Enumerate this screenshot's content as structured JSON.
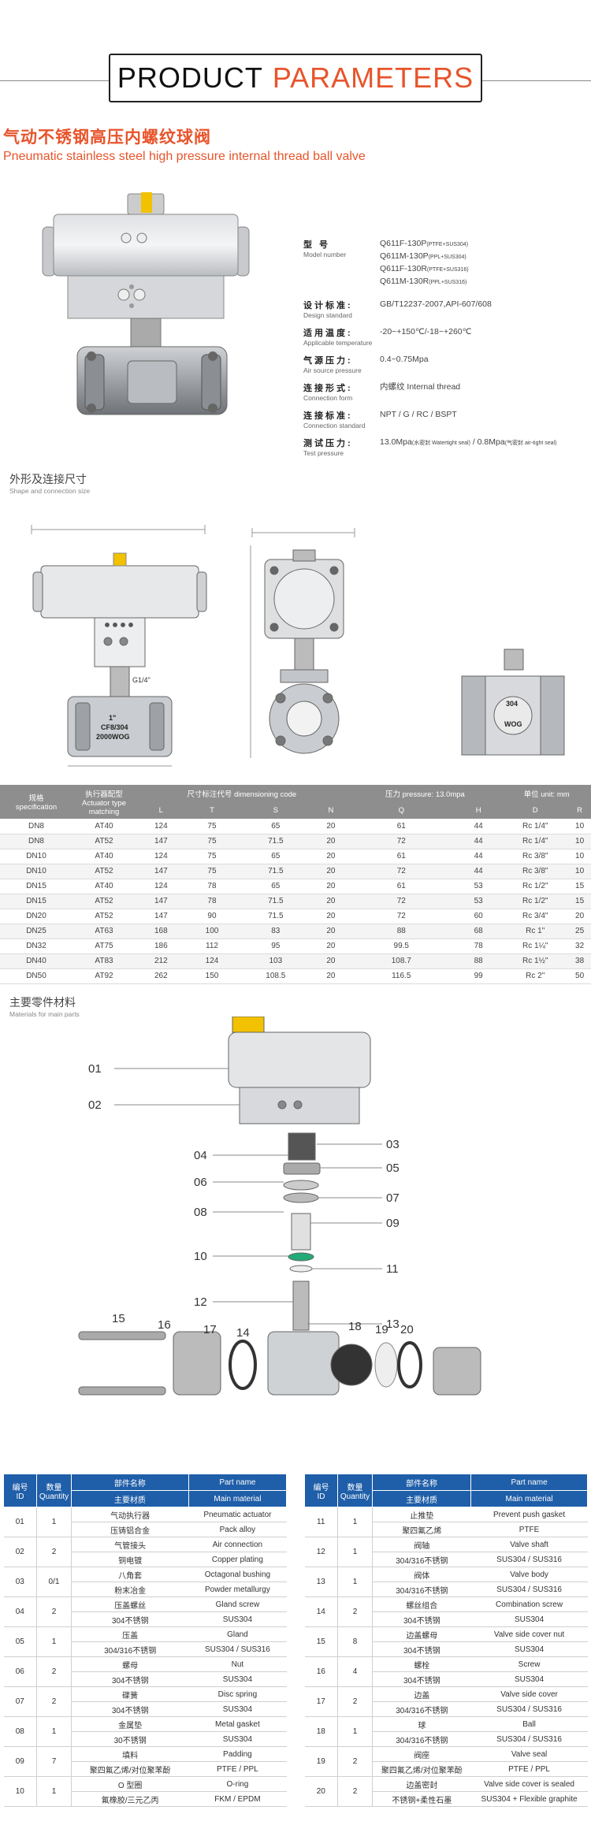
{
  "header": {
    "word1": "PRODUCT",
    "word2": "PARAMETERS"
  },
  "title": {
    "cn": "气动不锈钢高压内螺纹球阀",
    "en": "Pneumatic stainless steel high pressure internal thread ball valve"
  },
  "specs": [
    {
      "cn": "型 号",
      "en": "Model number",
      "values": [
        {
          "main": "Q611F-130P",
          "note": "(PTFE+SUS304)"
        },
        {
          "main": "Q611M-130P",
          "note": "(PPL+SUS304)"
        },
        {
          "main": "Q611F-130R",
          "note": "(PTFE+SUS316)"
        },
        {
          "main": "Q611M-130R",
          "note": "(PPL+SUS316)"
        }
      ]
    },
    {
      "cn": "设计标准:",
      "en": "Design standard",
      "values": [
        {
          "main": "GB/T12237-2007,API-607/608",
          "note": ""
        }
      ]
    },
    {
      "cn": "适用温度:",
      "en": "Applicable temperature",
      "values": [
        {
          "main": "-20~+150℃/-18~+260℃",
          "note": ""
        }
      ]
    },
    {
      "cn": "气源压力:",
      "en": "Air source pressure",
      "values": [
        {
          "main": "0.4~0.75Mpa",
          "note": ""
        }
      ]
    },
    {
      "cn": "连接形式:",
      "en": "Connection form",
      "values": [
        {
          "main": "内螺纹   Internal thread",
          "note": ""
        }
      ]
    },
    {
      "cn": "连接标准:",
      "en": "Connection standard",
      "values": [
        {
          "main": "NPT / G / RC / BSPT",
          "note": ""
        }
      ]
    },
    {
      "cn": "测试压力:",
      "en": "Test pressure",
      "values": [
        {
          "main": "13.0Mpa",
          "note": "(水密封 Watertight seal)"
        },
        {
          "main": " / 0.8Mpa",
          "note": "(气密封 air-tight seal)"
        }
      ]
    }
  ],
  "section_dims": {
    "cn": "外形及连接尺寸",
    "en": "Shape and connection size"
  },
  "drawing_labels": {
    "body_size": "1\"",
    "body_material": "CF8/304",
    "body_pressure": "2000WOG",
    "port": "G1/4\"",
    "side_material": "304",
    "side_pressure": "WOG"
  },
  "dim_table": {
    "h_spec_cn": "规格",
    "h_spec_en": "specification",
    "h_act_cn": "执行器配型",
    "h_act_en": "Actuator type matching",
    "h_code": "尺寸标注代号 dimensioning code",
    "h_pressure": "压力 pressure: 13.0mpa",
    "h_unit": "单位 unit: mm",
    "cols": [
      "L",
      "T",
      "S",
      "N",
      "Q",
      "H",
      "D",
      "R"
    ],
    "rows": [
      [
        "DN8",
        "AT40",
        "124",
        "75",
        "65",
        "20",
        "61",
        "44",
        "Rc 1/4\"",
        "10"
      ],
      [
        "DN8",
        "AT52",
        "147",
        "75",
        "71.5",
        "20",
        "72",
        "44",
        "Rc 1/4\"",
        "10"
      ],
      [
        "DN10",
        "AT40",
        "124",
        "75",
        "65",
        "20",
        "61",
        "44",
        "Rc 3/8\"",
        "10"
      ],
      [
        "DN10",
        "AT52",
        "147",
        "75",
        "71.5",
        "20",
        "72",
        "44",
        "Rc 3/8\"",
        "10"
      ],
      [
        "DN15",
        "AT40",
        "124",
        "78",
        "65",
        "20",
        "61",
        "53",
        "Rc 1/2\"",
        "15"
      ],
      [
        "DN15",
        "AT52",
        "147",
        "78",
        "71.5",
        "20",
        "72",
        "53",
        "Rc 1/2\"",
        "15"
      ],
      [
        "DN20",
        "AT52",
        "147",
        "90",
        "71.5",
        "20",
        "72",
        "60",
        "Rc 3/4\"",
        "20"
      ],
      [
        "DN25",
        "AT63",
        "168",
        "100",
        "83",
        "20",
        "88",
        "68",
        "Rc 1\"",
        "25"
      ],
      [
        "DN32",
        "AT75",
        "186",
        "112",
        "95",
        "20",
        "99.5",
        "78",
        "Rc 1¼\"",
        "32"
      ],
      [
        "DN40",
        "AT83",
        "212",
        "124",
        "103",
        "20",
        "108.7",
        "88",
        "Rc 1½\"",
        "38"
      ],
      [
        "DN50",
        "AT92",
        "262",
        "150",
        "108.5",
        "20",
        "116.5",
        "99",
        "Rc 2\"",
        "50"
      ]
    ]
  },
  "section_parts": {
    "cn": "主要零件材料",
    "en": "Materials for main parts"
  },
  "explode_labels": [
    "01",
    "02",
    "03",
    "04",
    "05",
    "06",
    "07",
    "08",
    "09",
    "10",
    "11",
    "12",
    "13",
    "14",
    "15",
    "16",
    "17",
    "18",
    "19",
    "20"
  ],
  "parts_table": {
    "h_no_cn": "编号",
    "h_no_en": "ID",
    "h_qty_cn": "数量",
    "h_qty_en": "Quantity",
    "h_part_cn": "部件名称",
    "h_part_en": "Part name",
    "h_mat_cn": "主要材质",
    "h_mat_en": "Main material",
    "left": [
      {
        "no": "01",
        "qty": "1",
        "part_cn": "气动执行器",
        "part_en": "Pneumatic actuator",
        "mat_cn": "压铸铝合金",
        "mat_en": "Pack alloy"
      },
      {
        "no": "02",
        "qty": "2",
        "part_cn": "气管接头",
        "part_en": "Air connection",
        "mat_cn": "铜电镀",
        "mat_en": "Copper plating"
      },
      {
        "no": "03",
        "qty": "0/1",
        "part_cn": "八角套",
        "part_en": "Octagonal bushing",
        "mat_cn": "粉末冶金",
        "mat_en": "Powder metallurgy"
      },
      {
        "no": "04",
        "qty": "2",
        "part_cn": "压盖螺丝",
        "part_en": "Gland screw",
        "mat_cn": "304不锈钢",
        "mat_en": "SUS304"
      },
      {
        "no": "05",
        "qty": "1",
        "part_cn": "压盖",
        "part_en": "Gland",
        "mat_cn": "304/316不锈钢",
        "mat_en": "SUS304 / SUS316"
      },
      {
        "no": "06",
        "qty": "2",
        "part_cn": "螺母",
        "part_en": "Nut",
        "mat_cn": "304不锈钢",
        "mat_en": "SUS304"
      },
      {
        "no": "07",
        "qty": "2",
        "part_cn": "碟簧",
        "part_en": "Disc spring",
        "mat_cn": "304不锈钢",
        "mat_en": "SUS304"
      },
      {
        "no": "08",
        "qty": "1",
        "part_cn": "金属垫",
        "part_en": "Metal gasket",
        "mat_cn": "30不锈钢",
        "mat_en": "SUS304"
      },
      {
        "no": "09",
        "qty": "7",
        "part_cn": "填料",
        "part_en": "Padding",
        "mat_cn": "聚四氟乙烯/对位聚苯酚",
        "mat_en": "PTFE / PPL"
      },
      {
        "no": "10",
        "qty": "1",
        "part_cn": "O 型圈",
        "part_en": "O-ring",
        "mat_cn": "氟橡胶/三元乙丙",
        "mat_en": "FKM / EPDM"
      }
    ],
    "right": [
      {
        "no": "11",
        "qty": "1",
        "part_cn": "止推垫",
        "part_en": "Prevent push gasket",
        "mat_cn": "聚四氟乙烯",
        "mat_en": "PTFE"
      },
      {
        "no": "12",
        "qty": "1",
        "part_cn": "阀轴",
        "part_en": "Valve shaft",
        "mat_cn": "304/316不锈钢",
        "mat_en": "SUS304 / SUS316"
      },
      {
        "no": "13",
        "qty": "1",
        "part_cn": "阀体",
        "part_en": "Valve body",
        "mat_cn": "304/316不锈钢",
        "mat_en": "SUS304 / SUS316"
      },
      {
        "no": "14",
        "qty": "2",
        "part_cn": "螺丝组合",
        "part_en": "Combination screw",
        "mat_cn": "304不锈钢",
        "mat_en": "SUS304"
      },
      {
        "no": "15",
        "qty": "8",
        "part_cn": "边盖螺母",
        "part_en": "Valve side cover nut",
        "mat_cn": "304不锈钢",
        "mat_en": "SUS304"
      },
      {
        "no": "16",
        "qty": "4",
        "part_cn": "螺栓",
        "part_en": "Screw",
        "mat_cn": "304不锈钢",
        "mat_en": "SUS304"
      },
      {
        "no": "17",
        "qty": "2",
        "part_cn": "边盖",
        "part_en": "Valve side cover",
        "mat_cn": "304/316不锈钢",
        "mat_en": "SUS304 / SUS316"
      },
      {
        "no": "18",
        "qty": "1",
        "part_cn": "球",
        "part_en": "Ball",
        "mat_cn": "304/316不锈钢",
        "mat_en": "SUS304 / SUS316"
      },
      {
        "no": "19",
        "qty": "2",
        "part_cn": "阀座",
        "part_en": "Valve seal",
        "mat_cn": "聚四氟乙烯/对位聚苯酚",
        "mat_en": "PTFE / PPL"
      },
      {
        "no": "20",
        "qty": "2",
        "part_cn": "边盖密封",
        "part_en": "Valve side cover is sealed",
        "mat_cn": "不锈钢+柔性石墨",
        "mat_en": "SUS304 + Flexible graphite"
      }
    ]
  }
}
